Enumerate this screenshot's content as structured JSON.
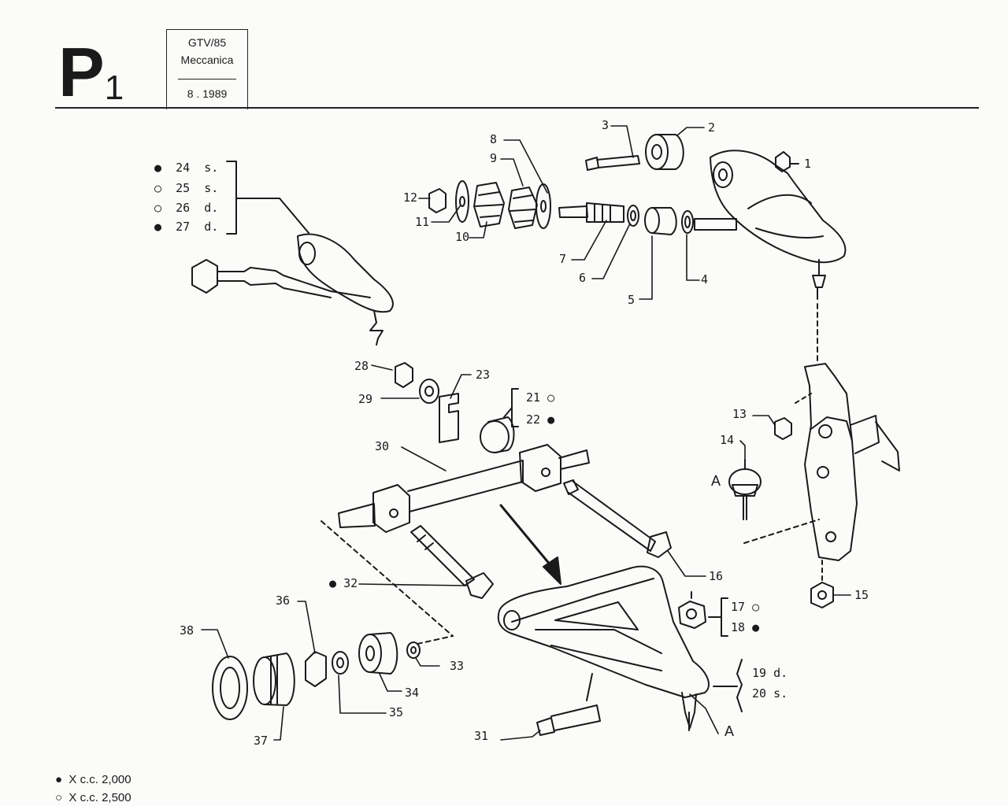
{
  "header": {
    "page_code": "P",
    "page_sub": "1",
    "model": "GTV/85",
    "section": "Meccanica",
    "date": "8 . 1989"
  },
  "callouts": {
    "n1": "1",
    "n2": "2",
    "n3": "3",
    "n4": "4",
    "n5": "5",
    "n6": "6",
    "n7": "7",
    "n8": "8",
    "n9": "9",
    "n10": "10",
    "n11": "11",
    "n12": "12",
    "n13": "13",
    "n14": "14",
    "n15": "15",
    "n16": "16",
    "n17": "17",
    "n18": "18",
    "n19": "19",
    "n20": "20",
    "n21": "21",
    "n22": "22",
    "n23": "23",
    "n24": "24",
    "n25": "25",
    "n26": "26",
    "n27": "27",
    "n28": "28",
    "n29": "29",
    "n30": "30",
    "n31": "31",
    "n32": "32",
    "n33": "33",
    "n34": "34",
    "n35": "35",
    "n36": "36",
    "n37": "37",
    "n38": "38"
  },
  "variants": {
    "s": "s.",
    "d": "d.",
    "point_a": "A"
  },
  "legend": {
    "filled": "X c.c. 2,000",
    "open": "X c.c. 2,500"
  }
}
